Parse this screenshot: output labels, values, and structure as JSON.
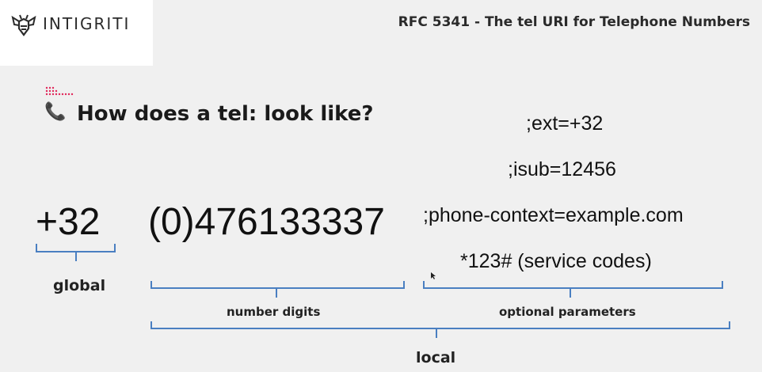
{
  "header": {
    "logo_text": "INTIGRITI",
    "title": "RFC 5341 - The tel URI for Telephone Numbers"
  },
  "slide": {
    "heading": "How does a tel: look like?",
    "country_code": "+32",
    "number": "(0)476133337",
    "params": [
      ";ext=+32",
      ";isub=12456",
      ";phone-context=example.com",
      "*123# (service codes)"
    ],
    "labels": {
      "global": "global",
      "number_digits": "number digits",
      "optional_parameters": "optional parameters",
      "local": "local"
    }
  },
  "colors": {
    "bracket": "#4a7fc1",
    "accent": "#e0285a",
    "background": "#f0f0f0"
  },
  "icons": {
    "logo": "bee-logo-icon",
    "phone": "telephone-receiver-icon",
    "dots": "dot-grid-icon",
    "cursor": "mouse-pointer-icon"
  }
}
